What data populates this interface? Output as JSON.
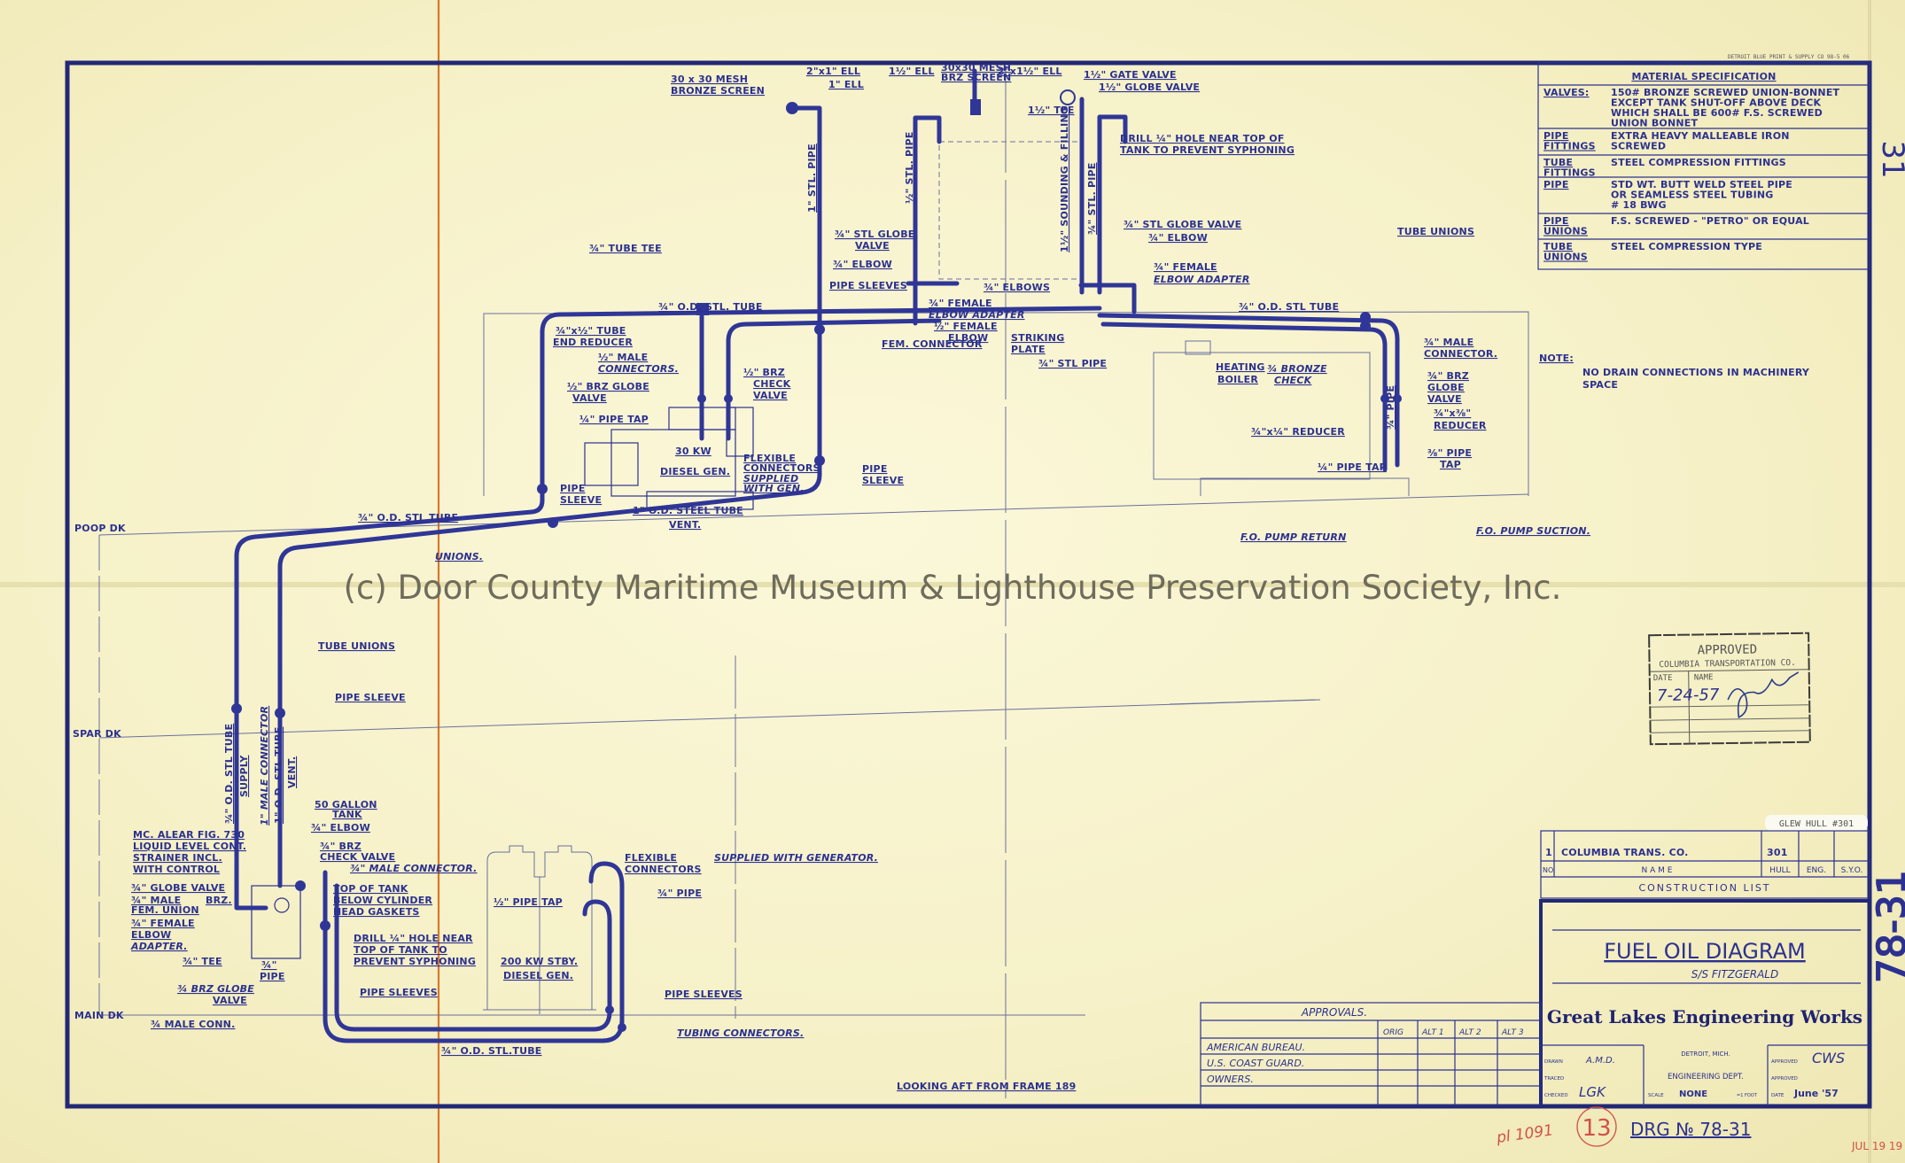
{
  "watermark": "(c) Door County Maritime Museum & Lighthouse Preservation Society, Inc.",
  "material_spec": {
    "title": "MATERIAL SPECIFICATION",
    "rows": [
      {
        "label": [
          "VALVES:"
        ],
        "value": [
          "150# BRONZE SCREWED UNION-BONNET",
          "EXCEPT TANK SHUT-OFF ABOVE DECK",
          "WHICH SHALL BE 600# F.S. SCREWED",
          "UNION BONNET"
        ]
      },
      {
        "label": [
          "PIPE",
          "FITTINGS"
        ],
        "value": [
          "EXTRA HEAVY MALLEABLE IRON",
          "SCREWED"
        ]
      },
      {
        "label": [
          "TUBE",
          "FITTINGS"
        ],
        "value": [
          "STEEL COMPRESSION FITTINGS"
        ]
      },
      {
        "label": [
          "PIPE"
        ],
        "value": [
          "STD WT. BUTT WELD STEEL PIPE",
          "OR SEAMLESS STEEL TUBING",
          "# 18 BWG"
        ]
      },
      {
        "label": [
          "PIPE",
          "UNIONS"
        ],
        "value": [
          "F.S. SCREWED - \"PETRO\" OR EQUAL"
        ]
      },
      {
        "label": [
          "TUBE",
          "UNIONS"
        ],
        "value": [
          "STEEL COMPRESSION TYPE"
        ]
      }
    ],
    "printer_note": "DETROIT BLUE PRINT & SUPPLY CO 98-5 06"
  },
  "note": {
    "label": "NOTE:",
    "lines": [
      "NO DRAIN CONNECTIONS IN MACHINERY",
      "SPACE"
    ]
  },
  "decks": {
    "poop": "POOP DK",
    "spar": "SPAR DK",
    "main": "MAIN DK"
  },
  "view_caption": "LOOKING AFT FROM FRAME 189",
  "callouts": {
    "mesh_screen_a": "30 x 30 MESH",
    "mesh_screen_b": "BRONZE SCREEN",
    "ell_2x1": "2\"x1\" ELL",
    "ell_1": "1\" ELL",
    "ell_1_5": "1½\" ELL",
    "brz_screen_a": "30x30 MESH",
    "brz_screen_b": "BRZ SCREEN",
    "ell_2x1_5": "2\"x1½\" ELL",
    "gate_valve": "1½\" GATE VALVE",
    "globe_valve_top": "1½\" GLOBE VALVE",
    "tee_1_5": "1½\" TEE",
    "drill_top_a": "DRILL ¼\" HOLE NEAR TOP OF",
    "drill_top_b": "TANK TO PREVENT SYPHONING",
    "v_stl_pipe_1": "1\" STL. PIPE",
    "v_stl_pipe_half": "½\" STL. PIPE",
    "v_sounding": "1½\" SOUNDING & FILLING",
    "v_stl_pipe_34": "¾\" STL. PIPE",
    "stl_globe_a": "¾\" STL GLOBE",
    "stl_globe_b": "VALVE",
    "elbow_34_a": "¾\" ELBOW",
    "pipe_sleeves_top": "PIPE SLEEVES",
    "fem_elbow_a1": "¾\" FEMALE",
    "fem_elbow_a2": "ELBOW ADAPTER",
    "fem_elbow_half_a": "½\" FEMALE",
    "fem_elbow_half_b": "ELBOW",
    "elbows_34": "¾\" ELBOWS",
    "fem_connector": "FEM. CONNECTOR",
    "striking_a": "STRIKING",
    "striking_b": "PLATE",
    "stl_pipe_34": "¾\" STL PIPE",
    "stl_globe_right": "¾\" STL GLOBE VALVE",
    "elbow_34_right": "¾\" ELBOW",
    "fem_elbow_r1": "¾\" FEMALE",
    "fem_elbow_r2": "ELBOW ADAPTER",
    "od_tube_right": "¾\" O.D. STL TUBE",
    "tube_unions_right": "TUBE UNIONS",
    "heating_a": "HEATING",
    "heating_b": "BOILER",
    "bronze_check_a": "¾ BRONZE",
    "bronze_check_b": "CHECK",
    "male_conn_r_a": "¾\" MALE",
    "male_conn_r_b": "CONNECTOR.",
    "brz_globe_r_a": "¾\" BRZ",
    "brz_globe_r_b": "GLOBE",
    "brz_globe_r_c": "VALVE",
    "reducer_38_a": "¾\"x⅜\"",
    "reducer_38_b": "REDUCER",
    "pipe_tap_38_a": "⅜\" PIPE",
    "pipe_tap_38_b": "TAP",
    "reducer_14": "¾\"x¼\" REDUCER",
    "pipe_tap_14_r": "¼\" PIPE TAP",
    "v_pipe_34_r": "¾\" PIPE",
    "pump_return": "F.O. PUMP RETURN",
    "pump_suction": "F.O. PUMP SUCTION.",
    "tube_tee": "¾\" TUBE TEE",
    "od_tube_mid": "¾\" O.D.   STL. TUBE",
    "reducer_a": "¾\"x½\" TUBE",
    "reducer_b": "END REDUCER",
    "male_conn_a": "½\" MALE",
    "male_conn_b": "CONNECTORS.",
    "brz_globe_a": "½\" BRZ GLOBE",
    "brz_globe_b": "VALVE",
    "brz_check_a": "½\" BRZ",
    "brz_check_b": "CHECK",
    "brz_check_c": "VALVE",
    "pipe_tap_14": "¼\" PIPE TAP",
    "kw30": "30 KW",
    "diesel_gen": "DIESEL GEN.",
    "flex_a": "FLEXIBLE",
    "flex_b": "CONNECTORS",
    "flex_c": "SUPPLIED",
    "flex_d": "WITH GEN.",
    "pipe_sleeve_mid_a": "PIPE",
    "pipe_sleeve_mid_b": "SLEEVE",
    "pipe_sleeve_l_a": "PIPE",
    "pipe_sleeve_l_b": "SLEEVE",
    "vent_tube_a": "1\" O.D. STEEL TUBE",
    "vent_tube_b": "VENT.",
    "od_tube_poop": "¾\" O.D. STL TUBE",
    "unions": "UNIONS.",
    "tube_unions_left": "TUBE UNIONS",
    "pipe_sleeve_spar": "PIPE SLEEVE",
    "v_supply_a": "¾\" O.D. STL TUBE",
    "v_supply_b": "SUPPLY",
    "v_male_conn": "1\" MALE CONNECTOR",
    "v_vent_a": "1\" O.D. STL TUBE",
    "v_vent_b": "VENT.",
    "tank50_a": "50 GALLON",
    "tank50_b": "TANK",
    "elbow_34_b": "¾\" ELBOW",
    "brz_check_b1": "¾\" BRZ",
    "brz_check_b2": "CHECK VALVE",
    "male_conn_bot": "¾\" MALE CONNECTOR.",
    "top_tank_a": "TOP OF TANK",
    "top_tank_b": "BELOW CYLINDER",
    "top_tank_c": "HEAD GASKETS",
    "mcalear_a": "MC. ALEAR FIG. 730",
    "mcalear_b": "LIQUID LEVEL CONT.",
    "mcalear_c": "STRAINER INCL.",
    "mcalear_d": "WITH CONTROL",
    "globe_brz_a": "¾\" GLOBE VALVE",
    "globe_brz_b": "BRZ.",
    "male_union_a": "¾\" MALE",
    "male_union_b": "FEM. UNION",
    "fem_adapter_a": "¾\" FEMALE",
    "fem_adapter_b": "ELBOW",
    "fem_adapter_c": "ADAPTER.",
    "tee_34": "¾\" TEE",
    "pipe_34_a": "¾\"",
    "pipe_34_b": "PIPE",
    "brz_globe_bot_a": "¾ BRZ GLOBE",
    "brz_globe_bot_b": "VALVE",
    "male_conn_bot2": "¾ MALE CONN.",
    "drill_bot_a": "DRILL ¼\" HOLE NEAR",
    "drill_bot_b": "TOP OF TANK TO",
    "drill_bot_c": "PREVENT SYPHONING",
    "pipe_sleeves_bot": "PIPE SLEEVES",
    "gen200_a": "200 KW  STBY.",
    "gen200_b": "DIESEL  GEN.",
    "pipe_tap_half": "½\" PIPE TAP",
    "flex_bot_a": "FLEXIBLE",
    "flex_bot_b": "CONNECTORS",
    "supplied_gen": "SUPPLIED WITH GENERATOR.",
    "pipe_34_bot": "¾\" PIPE",
    "pipe_sleeves_gen": "PIPE SLEEVES",
    "tubing_conn": "TUBING CONNECTORS.",
    "od_tube_bot": "¾\" O.D. STL.TUBE"
  },
  "approval_stamp": {
    "title": "APPROVED",
    "company": "COLUMBIA TRANSPORTATION CO.",
    "date_label": "DATE",
    "name_label": "NAME",
    "date": "7-24-57"
  },
  "hull_tag": "GLEW HULL #301",
  "construction_list": {
    "row": {
      "no": "1",
      "name": "COLUMBIA TRANS. CO.",
      "hull": "301",
      "eng": "",
      "syo": ""
    },
    "headers": {
      "no": "NO.",
      "name": "N A M E",
      "hull": "HULL",
      "eng": "ENG.",
      "syo": "S.Y.O."
    },
    "title": "CONSTRUCTION LIST"
  },
  "approvals": {
    "title": "APPROVALS.",
    "columns": [
      "ORIG",
      "ALT 1",
      "ALT 2",
      "ALT 3"
    ],
    "rows": [
      "AMERICAN BUREAU.",
      "U.S. COAST GUARD.",
      "OWNERS."
    ]
  },
  "title_block": {
    "title": "FUEL OIL DIAGRAM",
    "vessel": "S/S FITZGERALD",
    "company": "Great Lakes Engineering Works",
    "city": "DETROIT, MICH.",
    "dept": "ENGINEERING DEPT.",
    "drawn_label": "DRAWN",
    "drawn": "A.M.D.",
    "traced_label": "TRACED",
    "checked_label": "CHECKED",
    "checked": "LGK",
    "scale_label": "SCALE",
    "scale": "NONE",
    "scale_unit": "=1 FOOT",
    "approved_label": "APPROVED",
    "approved": "CWS",
    "approved2_label": "APPROVED",
    "date_label": "DATE",
    "date": "June '57"
  },
  "drawing_number": "DRG № 78-31",
  "edge_number_top": "31",
  "edge_number": "78-31",
  "red_marks": {
    "circled": "13",
    "note": "pl 1091",
    "received_stamp": "JUL 19 19"
  }
}
